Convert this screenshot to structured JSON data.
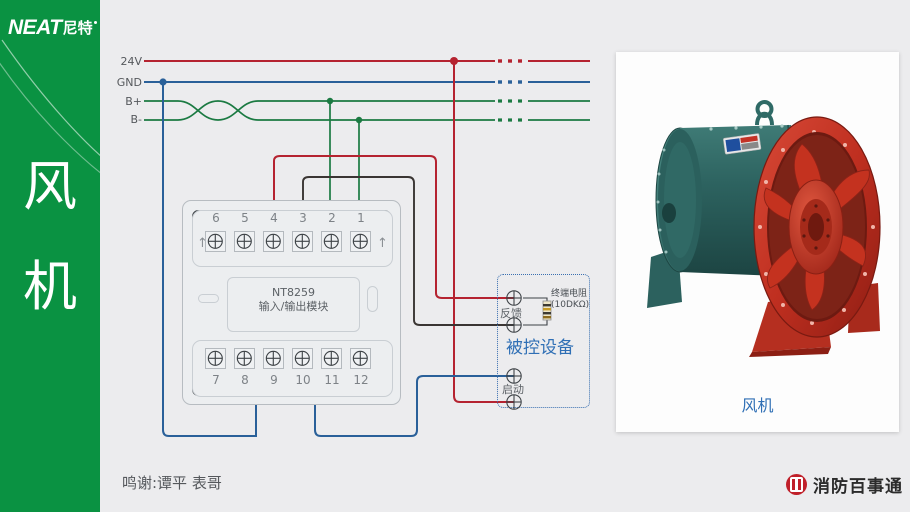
{
  "brand": {
    "logo_latin": "NEAT",
    "logo_cn": "尼特",
    "side_title_char1": "风",
    "side_title_char2": "机",
    "sidebar_color": "#0a9242"
  },
  "bus": {
    "labels": [
      "24V",
      "GND",
      "B+",
      "B-"
    ],
    "colors": {
      "v24": "#b52330",
      "gnd": "#2a6099",
      "bplus": "#1b7a42",
      "bminus": "#1b7a42",
      "feedback_return": "#3a3533"
    }
  },
  "module": {
    "name": "NT8259",
    "subtitle": "输入/输出模块",
    "top_terminals": [
      "6",
      "5",
      "4",
      "3",
      "2",
      "1"
    ],
    "bottom_terminals": [
      "7",
      "8",
      "9",
      "10",
      "11",
      "12"
    ],
    "arrow_glyph": "↑"
  },
  "device": {
    "title": "被控设备",
    "feedback_label": "反馈",
    "start_label": "启动",
    "resistor_label_line1": "终端电阻",
    "resistor_label_line2": "(10DKΩ)",
    "accent_color": "#2f6fb5"
  },
  "photo": {
    "caption": "风机",
    "alt_name": "axial-flow-fan"
  },
  "footer": {
    "credit": "鸣谢:谭平 表哥",
    "logo_text": "消防百事通",
    "logo_color": "#c0202a"
  }
}
